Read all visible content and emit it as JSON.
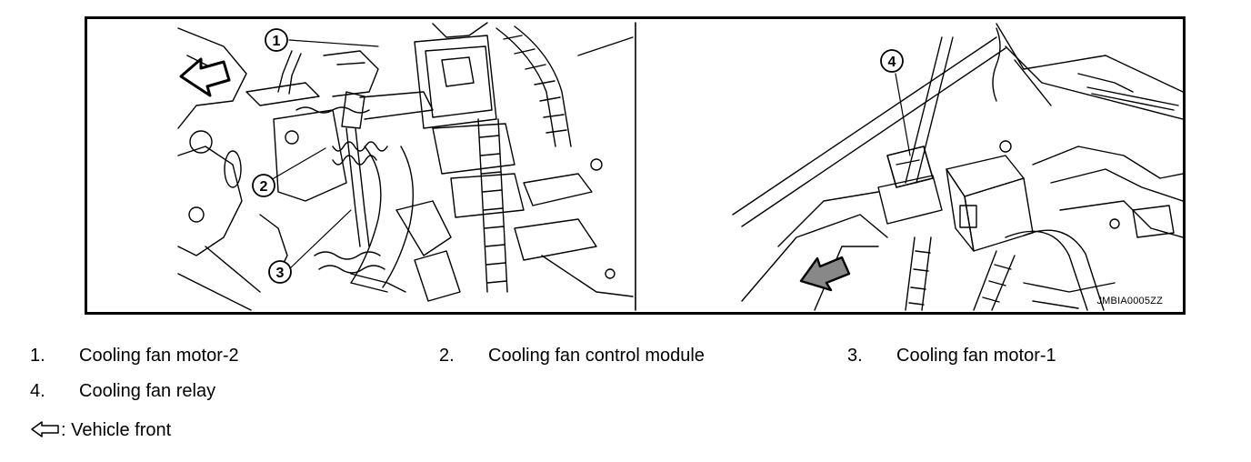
{
  "figure": {
    "code": "JMBIA0005ZZ",
    "callouts": [
      "1",
      "2",
      "3",
      "4"
    ]
  },
  "legend": [
    {
      "num": "1.",
      "text": "Cooling fan motor-2"
    },
    {
      "num": "2.",
      "text": "Cooling fan control module"
    },
    {
      "num": "3.",
      "text": "Cooling fan motor-1"
    },
    {
      "num": "4.",
      "text": "Cooling fan relay"
    }
  ],
  "front_note": ": Vehicle front",
  "front_icon": "hollow-left-arrow-icon"
}
